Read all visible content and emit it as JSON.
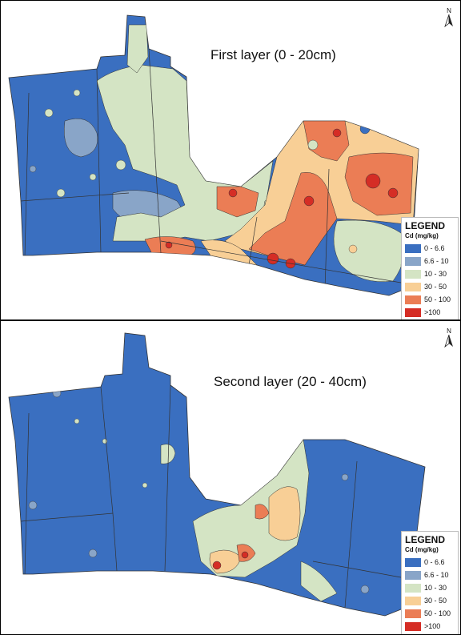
{
  "maps": [
    {
      "title": "First layer (0 - 20cm)",
      "north_label": "N",
      "legend_title": "LEGEND",
      "legend_subtitle": "Cd (mg/kg)"
    },
    {
      "title": "Second layer (20 - 40cm)",
      "north_label": "N",
      "legend_title": "LEGEND",
      "legend_subtitle": "Cd (mg/kg)"
    }
  ],
  "classes": [
    {
      "label": "0 - 6.6",
      "color": "#3a6fc0"
    },
    {
      "label": "6.6 - 10",
      "color": "#89a5c8"
    },
    {
      "label": "10 - 30",
      "color": "#d4e4c4"
    },
    {
      "label": "30 - 50",
      "color": "#f8cf96"
    },
    {
      "label": "50 - 100",
      "color": "#eb7d55"
    },
    {
      "label": ">100",
      "color": "#d52d25"
    }
  ]
}
